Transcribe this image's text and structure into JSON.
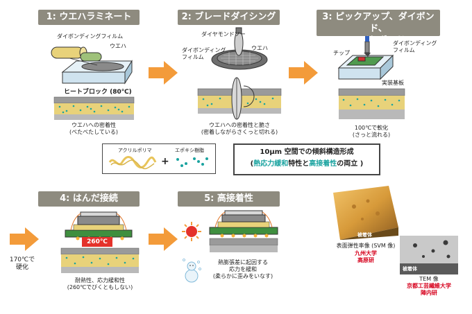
{
  "steps": [
    {
      "num": "1",
      "title": "1: ウエハラミネート"
    },
    {
      "num": "2",
      "title": "2: ブレードダイシング"
    },
    {
      "num": "3",
      "title_line1": "3: ピックアップ、ダイボンド、",
      "title_line2": "ワイヤボンド"
    },
    {
      "num": "4",
      "title": "4: はんだ接続"
    },
    {
      "num": "5",
      "title": "5: 高接着性"
    }
  ],
  "step1": {
    "film_label": "ダイボンディングフィルム",
    "wafer_label": "ウエハ",
    "heat_block_label": "ヒートブロック (80℃)",
    "caption_line1": "ウエハへの密着性",
    "caption_line2": "(べたべたしている)"
  },
  "step2": {
    "saw_label": "ダイヤモンドソー",
    "film_label_line1": "ダイボンディング",
    "film_label_line2": "フィルム",
    "wafer_label": "ウエハ",
    "caption_line1": "ウエハへの密着性と脆さ",
    "caption_line2": "(密着しながらさくっと切れる)"
  },
  "step3": {
    "chip_label": "チップ",
    "film_label_line1": "ダイボンディング",
    "film_label_line2": "フィルム",
    "substrate_label": "実装基板",
    "caption_line1": "100℃で軟化",
    "caption_line2": "(さっと流れる)"
  },
  "legend": {
    "acrylic_label": "アクリルポリマ",
    "plus": "+",
    "epoxy_label": "エポキシ樹脂"
  },
  "highlight": {
    "line1": "10μm 空間での傾斜構造形成",
    "line2_open": "(",
    "line2_part1": "熱応力緩和",
    "line2_mid": "特性と",
    "line2_part2": "高接着性",
    "line2_end": "の両立 )"
  },
  "step4": {
    "temp_label": "260℃",
    "side_label_line1": "170℃で",
    "side_label_line2": "硬化",
    "caption_line1": "耐熱性、応力緩和性",
    "caption_line2": "(260℃でびくともしない)"
  },
  "step5": {
    "caption_line1": "熱膨張差に起因する",
    "caption_line2": "応力を緩和",
    "caption_line3": "(柔らかに歪みをいなす)"
  },
  "images": {
    "svm_inner_label": "被着体",
    "svm_caption": "表面弾性率像 (SVM 像)",
    "svm_credit_line1": "九州大学",
    "svm_credit_line2": "高原研",
    "tem_inner_label": "被着体",
    "tem_caption": "TEM 像",
    "tem_credit_line1": "京都工芸繊維大学",
    "tem_credit_line2": "陣内研"
  },
  "colors": {
    "header_bg": "#8e8b7f",
    "arrow": "#f39b3a",
    "film_yellow": "#e8d27a",
    "teal": "#1aa3a0",
    "red_text": "#d6001c",
    "temp_red": "#e4322b"
  }
}
